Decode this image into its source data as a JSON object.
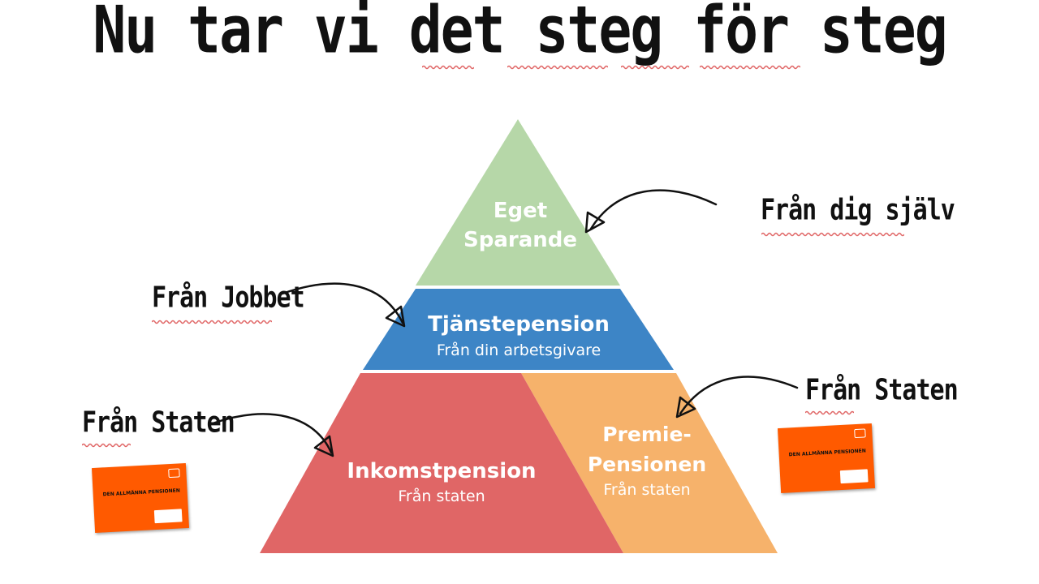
{
  "slide": {
    "title": "Nu tar vi det steg för steg"
  },
  "pyramid": {
    "top": {
      "title_line1": "Eget",
      "title_line2": "Sparande",
      "color": "#b6d7a8"
    },
    "middle": {
      "title": "Tjänstepension",
      "subtitle": "Från din arbetsgivare",
      "color": "#3d85c6"
    },
    "bottom_left": {
      "title": "Inkomstpension",
      "subtitle": "Från staten",
      "color": "#e06666"
    },
    "bottom_right": {
      "title_line1": "Premie-",
      "title_line2": "Pensionen",
      "subtitle": "Från staten",
      "color": "#f6b26b"
    }
  },
  "annotations": {
    "self": "Från dig själv",
    "job": "Från Jobbet",
    "state_left": "Från Staten",
    "state_right": "Från Staten"
  },
  "envelope": {
    "text": "DEN ALLMÄNNA PENSIONEN",
    "color": "#ff5a00"
  },
  "colors": {
    "spellcheck_underline": "#e06666",
    "text": "#111111"
  }
}
